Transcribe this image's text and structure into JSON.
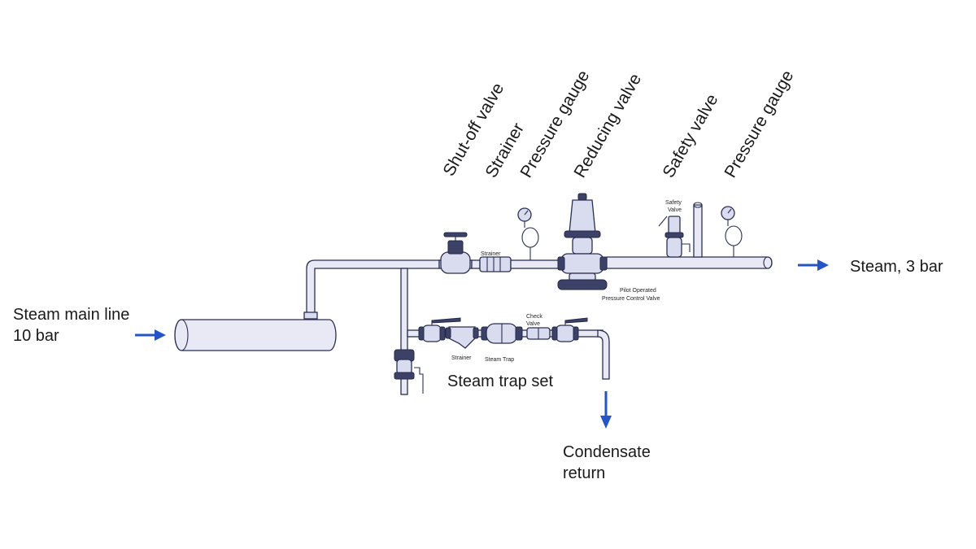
{
  "labels": {
    "shutoff_valve": "Shut-off valve",
    "strainer": "Strainer",
    "pressure_gauge_1": "Pressure gauge",
    "reducing_valve": "Reducing valve",
    "safety_valve": "Safety valve",
    "pressure_gauge_2": "Pressure gauge",
    "steam_main_line": "Steam main line",
    "main_pressure": "10 bar",
    "steam_out": "Steam, 3 bar",
    "steam_trap_set": "Steam trap set",
    "condensate_1": "Condensate",
    "condensate_2": "return"
  },
  "component_labels": {
    "strainer": "Strainer",
    "safety_valve_1": "Safety",
    "safety_valve_2": "Valve",
    "pilot_1": "Pilot Operated",
    "pilot_2": "Pressure Control Valve",
    "check_valve_1": "Check",
    "check_valve_2": "Valve",
    "trap_strainer": "Strainer",
    "steam_trap": "Steam Trap"
  },
  "colors": {
    "arrow": "#2554c7",
    "pipe_fill": "#e8e9f4",
    "pipe_stroke": "#2a2f52",
    "component_fill": "#d9dbee"
  }
}
